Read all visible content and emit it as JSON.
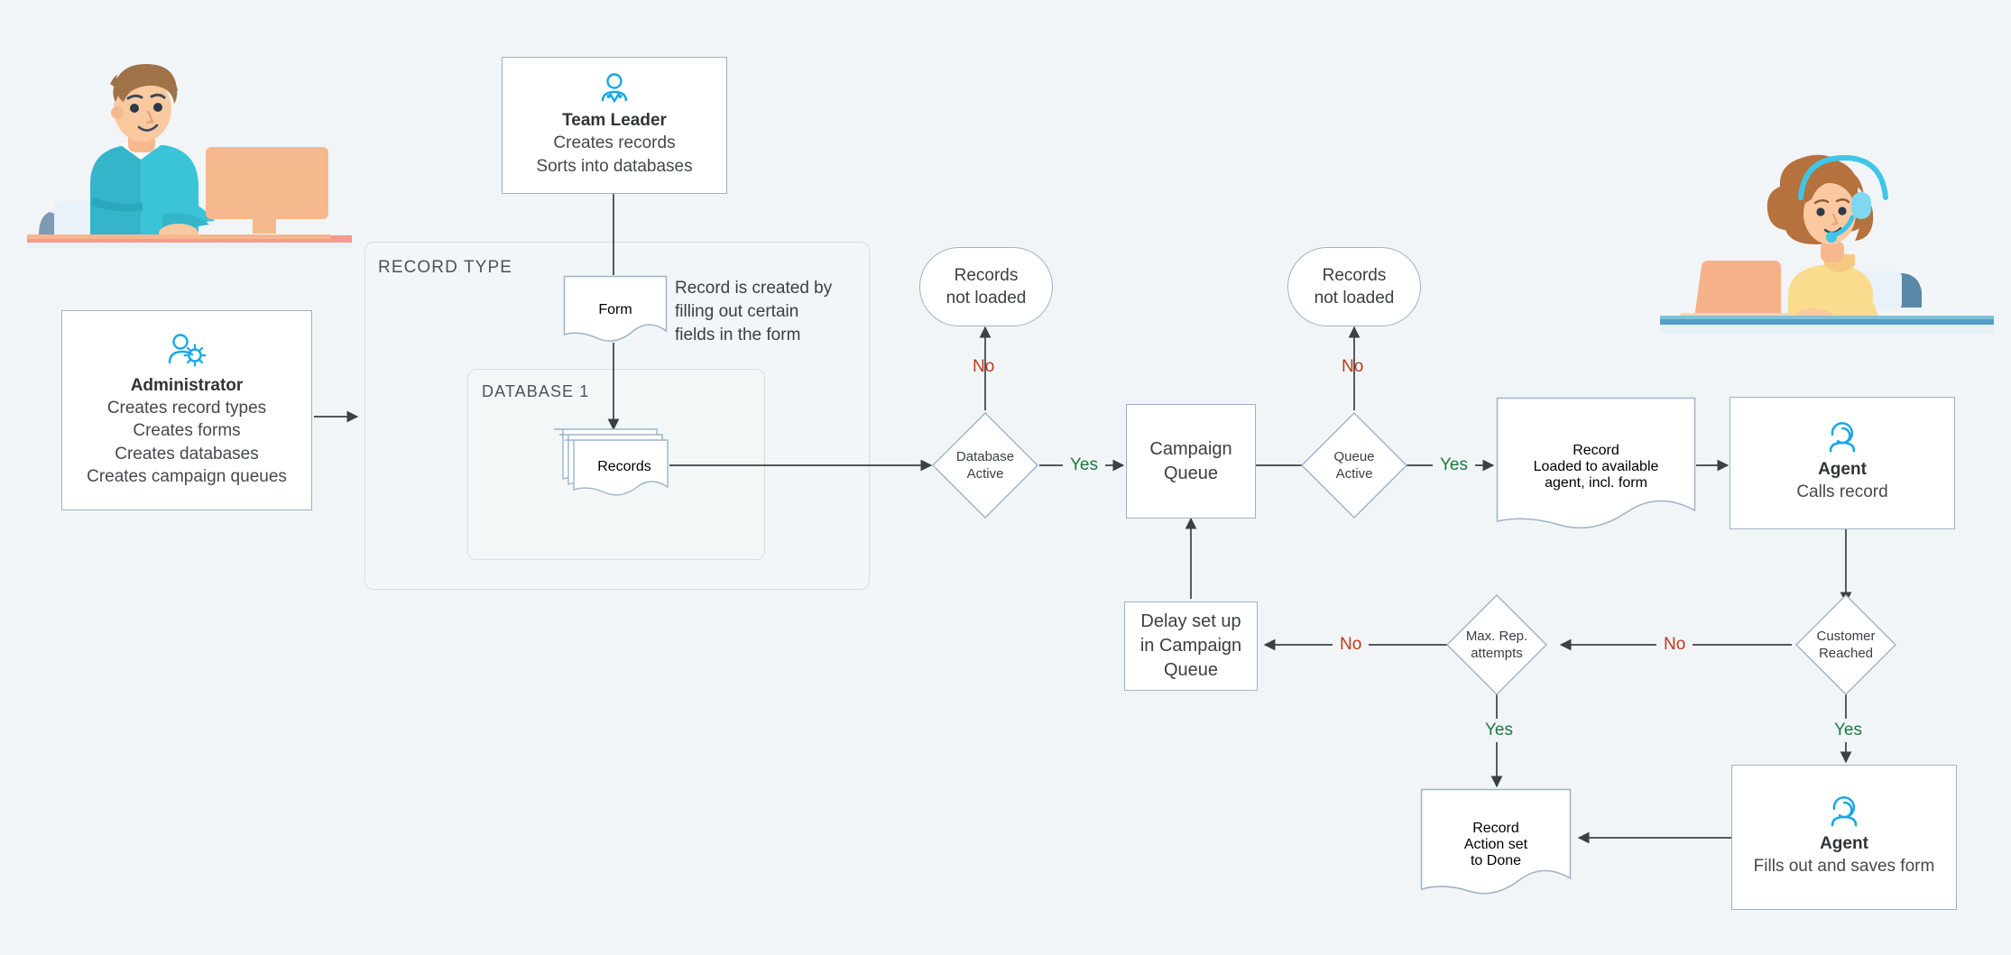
{
  "canvas": {
    "background": "#f1f5f7",
    "node_border": "#9bb3c9",
    "group_border": "#d5dee2",
    "accent_icon": "#16a7e8",
    "yes_color": "#1b7a3d",
    "no_color": "#c0391b",
    "line_color": "#3b4043"
  },
  "roles": {
    "admin": {
      "icon": "person-gear-icon",
      "title": "Administrator",
      "lines": [
        "Creates record types",
        "Creates forms",
        "Creates databases",
        "Creates campaign queues"
      ]
    },
    "team_leader": {
      "icon": "person-team-icon",
      "title": "Team Leader",
      "lines": [
        "Creates records",
        "Sorts into databases"
      ]
    },
    "agent_call": {
      "icon": "headset-agent-icon",
      "title": "Agent",
      "lines": [
        "Calls record"
      ]
    },
    "agent_form": {
      "icon": "headset-agent-icon",
      "title": "Agent",
      "lines": [
        "Fills out and saves form"
      ]
    }
  },
  "groups": {
    "record_type": {
      "label": "RECORD TYPE"
    },
    "database_1": {
      "label": "DATABASE 1"
    }
  },
  "nodes": {
    "form": {
      "label": "Form"
    },
    "records": {
      "label": "Records"
    },
    "campaign_queue": {
      "lines": [
        "Campaign",
        "Queue"
      ]
    },
    "delay": {
      "lines": [
        "Delay set up",
        "in Campaign",
        "Queue"
      ]
    },
    "record_loaded": {
      "title": "Record",
      "lines": [
        "Loaded to available",
        "agent, incl. form"
      ]
    },
    "record_done": {
      "title": "Record",
      "lines": [
        "Action set",
        "to Done"
      ]
    },
    "records_not_loaded_1": {
      "lines": [
        "Records",
        "not loaded"
      ]
    },
    "records_not_loaded_2": {
      "lines": [
        "Records",
        "not loaded"
      ]
    }
  },
  "decisions": {
    "database_active": {
      "lines": [
        "Database",
        "Active"
      ]
    },
    "queue_active": {
      "lines": [
        "Queue",
        "Active"
      ]
    },
    "max_rep_attempts": {
      "lines": [
        "Max. Rep.",
        "attempts"
      ]
    },
    "customer_reached": {
      "lines": [
        "Customer",
        "Reached"
      ]
    }
  },
  "notes": {
    "form_note": [
      "Record is created by",
      "filling out certain",
      "fields in the form"
    ]
  },
  "edge_labels": {
    "db_active_no": "No",
    "db_active_yes": "Yes",
    "queue_active_no": "No",
    "queue_active_yes": "Yes",
    "max_rep_no": "No",
    "max_rep_yes": "Yes",
    "customer_no": "No",
    "customer_yes": "Yes"
  },
  "illustrations": {
    "admin_person": "man-at-desktop-computer-illustration",
    "agent_person": "woman-with-headset-at-laptop-illustration"
  }
}
